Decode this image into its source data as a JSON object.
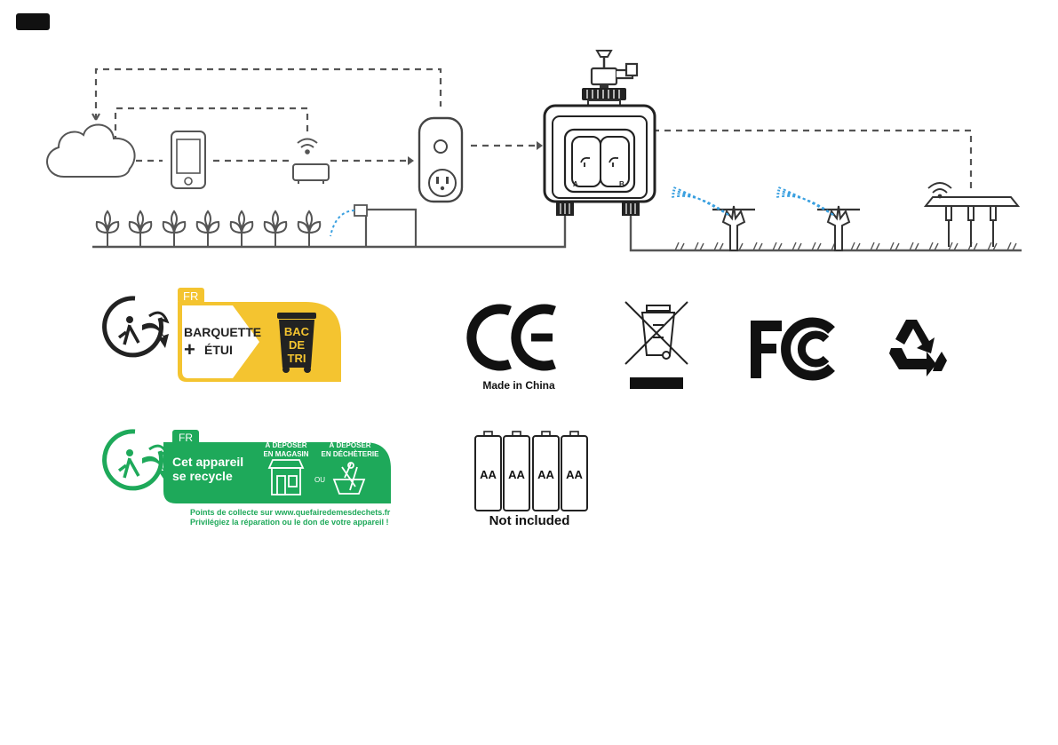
{
  "triman_fr_packaging": {
    "country": "FR",
    "line1": "BARQUETTE",
    "plus": "+",
    "line2": "ÉTUI",
    "bin_text": [
      "BAC",
      "DE",
      "TRI"
    ],
    "accent_color": "#f4c430"
  },
  "triman_fr_device": {
    "country": "FR",
    "title_line1": "Cet appareil",
    "title_line2": "se recycle",
    "option1_line1": "À DÉPOSER",
    "option1_line2": "EN MAGASIN",
    "or": "OU",
    "option2_line1": "À DÉPOSER",
    "option2_line2": "EN DÉCHÈTERIE",
    "footer_line1": "Points de collecte sur www.quefairedemesdechets.fr",
    "footer_line2": "Privilégiez la réparation ou le don de votre appareil !",
    "accent_color": "#1ea95a"
  },
  "ce_mark": {
    "caption": "Made in China"
  },
  "batteries": {
    "labels": [
      "AA",
      "AA",
      "AA",
      "AA"
    ],
    "caption": "Not included"
  },
  "valve_labels": {
    "left": "A",
    "right": "B"
  },
  "icons": [
    "cloud-icon",
    "phone-icon",
    "router-icon",
    "smart-plug-icon",
    "faucet-icon",
    "water-timer-icon",
    "sprinkler-icon",
    "soil-sensor-icon",
    "plant-icon",
    "weee-bin-icon",
    "fcc-logo",
    "recycle-icon",
    "triman-icon"
  ],
  "colors": {
    "line": "#555555",
    "spray": "#3aa0e0"
  }
}
